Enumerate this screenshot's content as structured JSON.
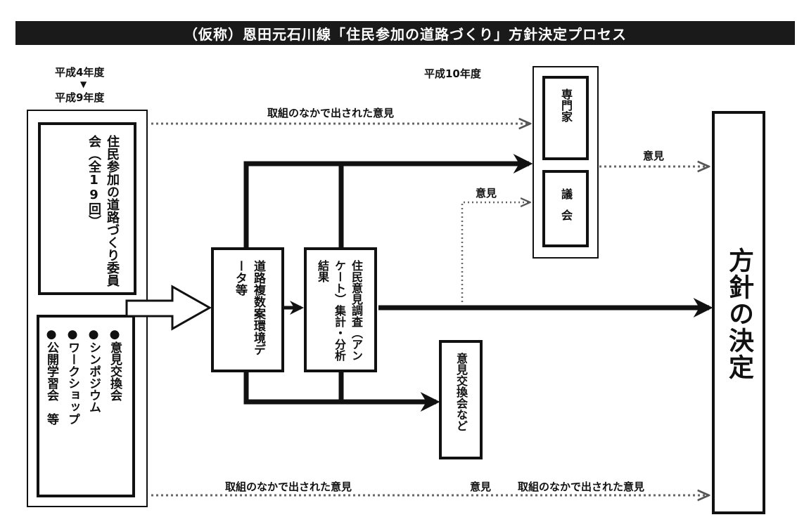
{
  "title": "（仮称）恩田元石川線「住民参加の道路づくり」方針決定プロセス",
  "period_start": "平成4年度",
  "period_end": "平成9年度",
  "period_h10": "平成10年度",
  "committee": {
    "name": "住民参加の道路づくり委員会",
    "sessions": "（全19回）"
  },
  "activities": {
    "items": [
      "●意見交換会",
      "●シンポジウム",
      "●ワークショップ",
      "●公開学習会　等"
    ]
  },
  "box_road": "道路複数案環境データ等",
  "box_survey": "住民意見調査（アンケート）集計・分析結果",
  "box_expert": "専門家",
  "box_council": "議会",
  "box_exchange": "意見交換会など",
  "box_decision": "方針の決定",
  "labels": {
    "top_feedback": "取組のなかで出された意見",
    "opinion_right": "意見",
    "opinion_mid": "意見",
    "bottom_feedback_left": "取組のなかで出された意見",
    "bottom_opinion": "意見",
    "bottom_feedback_right": "取組のなかで出された意見"
  }
}
